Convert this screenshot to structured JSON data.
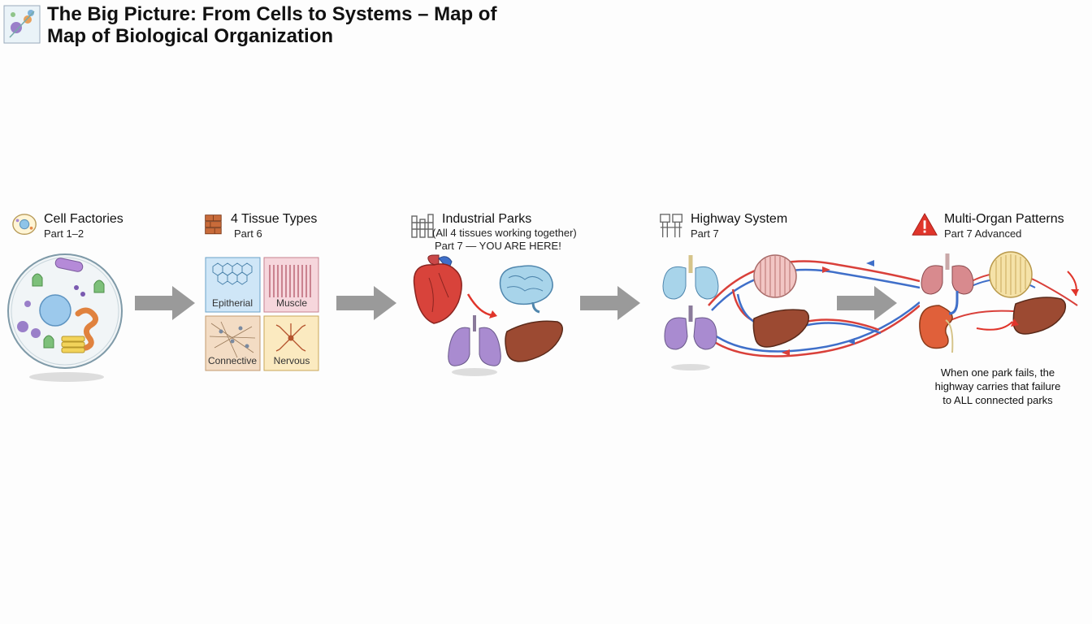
{
  "page": {
    "title_line1": "The Big Picture: From Cells to Systems – Map of",
    "title_line2": "Map of Biological Organization"
  },
  "stages": [
    {
      "id": "cells",
      "icon": "cell-icon",
      "title": "Cell Factories",
      "subtitle": "Part 1–2"
    },
    {
      "id": "tissues",
      "icon": "brick-stack-icon",
      "title": "4 Tissue Types",
      "subtitle": "Part 6",
      "tissues": [
        "Epitherial",
        "Muscle",
        "Connective",
        "Nervous"
      ]
    },
    {
      "id": "organs",
      "icon": "factory-icon",
      "title": "Industrial Parks",
      "note": "(All 4 tissues working together)",
      "subtitle": "Part 7 — YOU ARE HERE!"
    },
    {
      "id": "systems",
      "icon": "highway-sign-icon",
      "title": "Highway System",
      "subtitle": "Part 7"
    },
    {
      "id": "multi",
      "icon": "warning-icon",
      "title": "Multi-Organ Patterns",
      "subtitle": "Part 7 Advanced"
    }
  ],
  "caption": {
    "line1": "When one park fails, the",
    "line2": "highway carries that failure",
    "line3": "to ALL connected parks"
  },
  "colors": {
    "arrow": "#9a9a9a",
    "artery": "#d9403a",
    "vein": "#3f6fc9",
    "warning": "#e0352b",
    "epithelial": "#cfe6f7",
    "muscle": "#f6d6dc",
    "connective": "#f3dcc4",
    "nervous": "#fbeac0"
  }
}
